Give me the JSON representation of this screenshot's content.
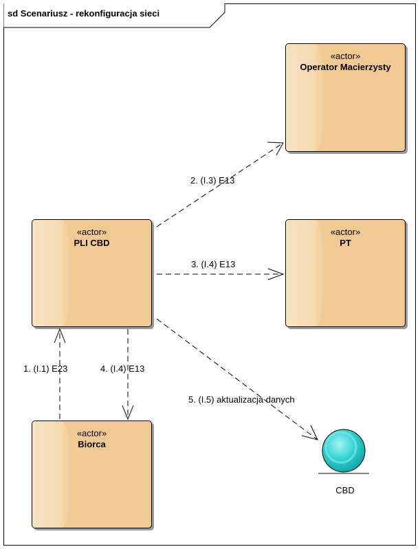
{
  "frame": {
    "title": "sd Scenariusz - rekonfiguracja sieci"
  },
  "actors": {
    "operator": {
      "stereotype": "«actor»",
      "name": "Operator Macierzysty"
    },
    "pli": {
      "stereotype": "«actor»",
      "name": "PLI CBD"
    },
    "pt": {
      "stereotype": "«actor»",
      "name": "PT"
    },
    "biorca": {
      "stereotype": "«actor»",
      "name": "Biorca"
    }
  },
  "messages": {
    "m1": "1. (I.1) E23",
    "m2": "2. (I.3) E13",
    "m3": "3. (I.4) E13",
    "m4": "4. (I.4) E13",
    "m5": "5. (I.5) aktualizacja danych"
  },
  "entity": {
    "name": "CBD",
    "color": "#1ec8c8"
  }
}
